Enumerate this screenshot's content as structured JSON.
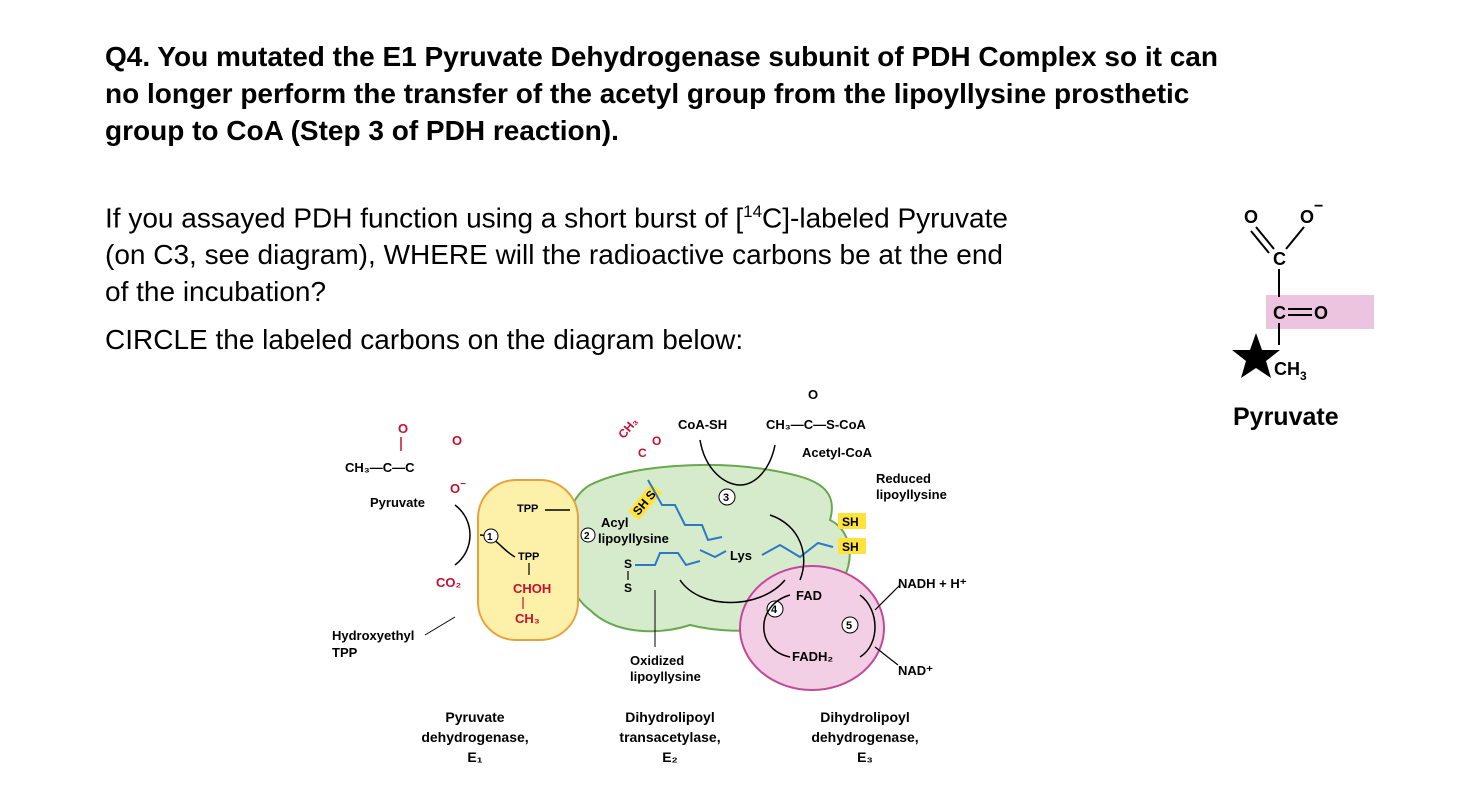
{
  "question": {
    "title_lines": [
      "Q4. You mutated the E1 Pyruvate Dehydrogenase subunit of PDH Complex so it can",
      "no longer perform the transfer of the acetyl group from the lipoyllysine prosthetic",
      "group to CoA (Step 3 of PDH reaction)."
    ],
    "body_line1_pre": "If you assayed PDH function using a short burst of [",
    "body_line1_sup": "14",
    "body_line1_post": "C]-labeled Pyruvate",
    "body_line2": "(on C3, see diagram), WHERE will the radioactive carbons be at the end",
    "body_line3": "of the incubation?",
    "instruction": "CIRCLE the labeled carbons on the diagram below:"
  },
  "pyruvate_structure": {
    "o_left": "O",
    "o_right": "O",
    "minus": "−",
    "c_carboxyl": "C",
    "c_keto": "C",
    "o_keto": "O",
    "ch3": "CH",
    "ch3_sub": "3",
    "label": "Pyruvate",
    "star_icon": "star",
    "highlight_color": "#ecc4e0"
  },
  "diagram": {
    "pyruvate_label": "Pyruvate",
    "pyruvate_formula_ch3": "CH₃—C—C",
    "o_top": "O",
    "o_top_right": "O",
    "o_minus": "O",
    "minus": "−",
    "tpp1": "TPP",
    "tpp2": "TPP",
    "chοh": "CHOH",
    "ch3_bottom": "CH₃",
    "co2": "CO₂",
    "hydroxyethyl": "Hydroxyethyl",
    "hydroxyethyl_tpp": "TPP",
    "step1": "1",
    "step2": "2",
    "step3": "3",
    "step4": "4",
    "step5": "5",
    "ch3_acyl": "CH₃",
    "c_acyl": "C",
    "o_acyl": "O",
    "s_acyl": "S",
    "sh_acyl": "SH",
    "acyl_lipoyllysine_1": "Acyl",
    "acyl_lipoyllysine_2": "lipoyllysine",
    "coa_sh": "CoA-SH",
    "acetyl_coa_formula": "CH₃—C—S-CoA",
    "acetyl_coa_o": "O",
    "acetyl_coa": "Acetyl-CoA",
    "reduced_lipoyllysine_1": "Reduced",
    "reduced_lipoyllysine_2": "lipoyllysine",
    "sh1": "SH",
    "sh2": "SH",
    "lys": "Lys",
    "s_ox1": "S",
    "s_ox2": "S",
    "oxidized_1": "Oxidized",
    "oxidized_2": "lipoyllysine",
    "fad": "FAD",
    "fadh2": "FADH₂",
    "nadh": "NADH + H⁺",
    "nad": "NAD⁺",
    "e1_name_1": "Pyruvate",
    "e1_name_2": "dehydrogenase,",
    "e1_name_3": "E₁",
    "e2_name_1": "Dihydrolipoyl",
    "e2_name_2": "transacetylase,",
    "e2_name_3": "E₂",
    "e3_name_1": "Dihydrolipoyl",
    "e3_name_2": "dehydrogenase,",
    "e3_name_3": "E₃",
    "colors": {
      "e1_fill": "#fdf0a8",
      "e1_stroke": "#e6a23c",
      "e2_fill": "#d6ebcb",
      "e2_stroke": "#6aa84f",
      "e3_fill": "#f3cfe6",
      "e3_stroke": "#c2499a",
      "sh_highlight": "#ffe23a",
      "lipoyl_blue": "#2b78c5",
      "carbon_red": "#c8102e"
    }
  }
}
